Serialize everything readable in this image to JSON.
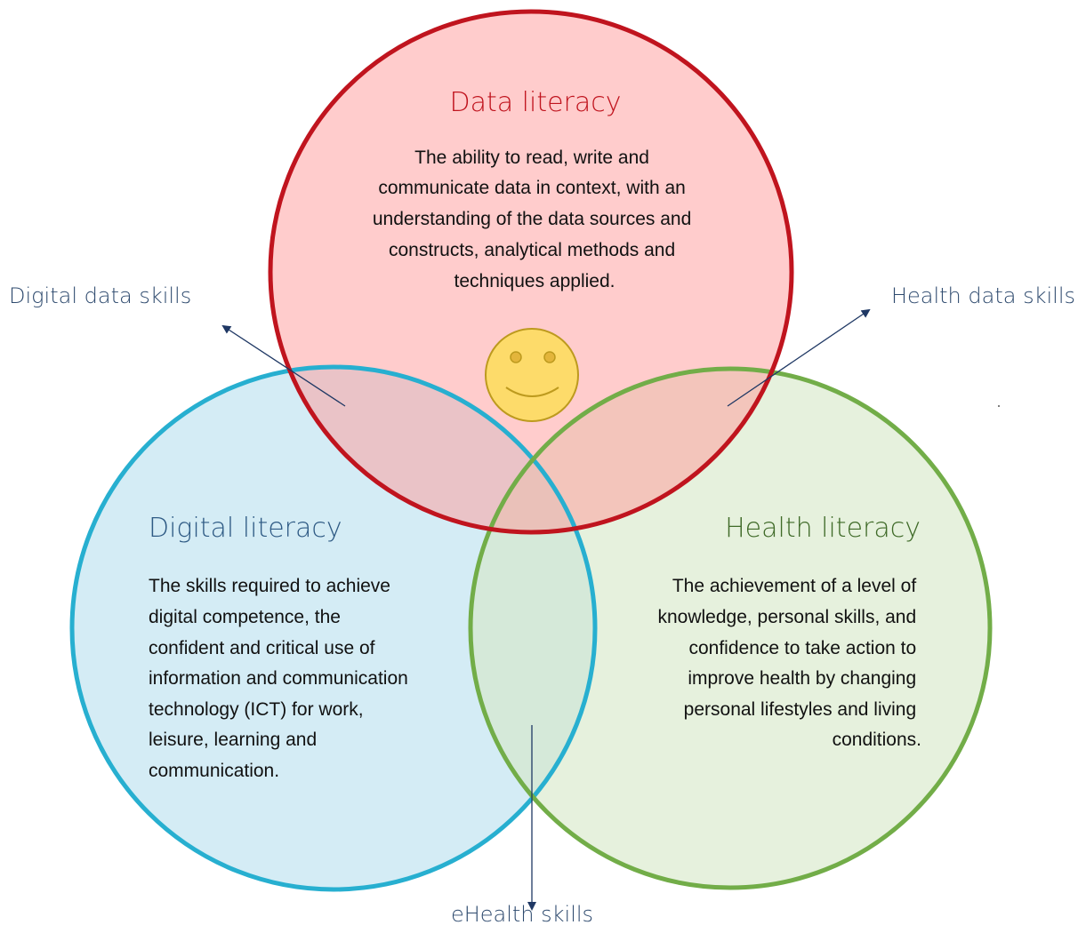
{
  "circles": {
    "data": {
      "title": "Data literacy",
      "lines": [
        "The ability to read, write and",
        "communicate data in context, with an",
        "understanding of the data sources and",
        "constructs, analytical methods and",
        "techniques applied."
      ],
      "fill": "#ff9a9a",
      "stroke": "#c0141e",
      "title_color": "#c0141e"
    },
    "digital": {
      "title": "Digital literacy",
      "lines": [
        "The skills required to achieve",
        "digital competence, the",
        "confident and critical use of",
        "information and communication",
        "technology (ICT) for work,",
        "leisure, learning and",
        "communication."
      ],
      "fill": "#b7e0ee",
      "stroke": "#27afd0",
      "title_color": "#2e5a84"
    },
    "health": {
      "title": "Health literacy",
      "lines": [
        "The achievement of a level of",
        "knowledge, personal skills, and",
        "confidence to take action to",
        "improve health by changing",
        "personal lifestyles and living",
        "conditions."
      ],
      "fill": "#d6e8c6",
      "stroke": "#72ad48",
      "title_color": "#3f6a28"
    }
  },
  "intersections": {
    "digital_data": "Digital data skills",
    "health_data": "Health data skills",
    "ehealth": "eHealth skills"
  },
  "colors": {
    "label": "#2e4a6e",
    "arrow": "#1f3864",
    "smiley_fill": "#fddb6a",
    "smiley_stroke": "#bd9a1e"
  },
  "icons": {
    "center": "smiley-face-icon"
  }
}
